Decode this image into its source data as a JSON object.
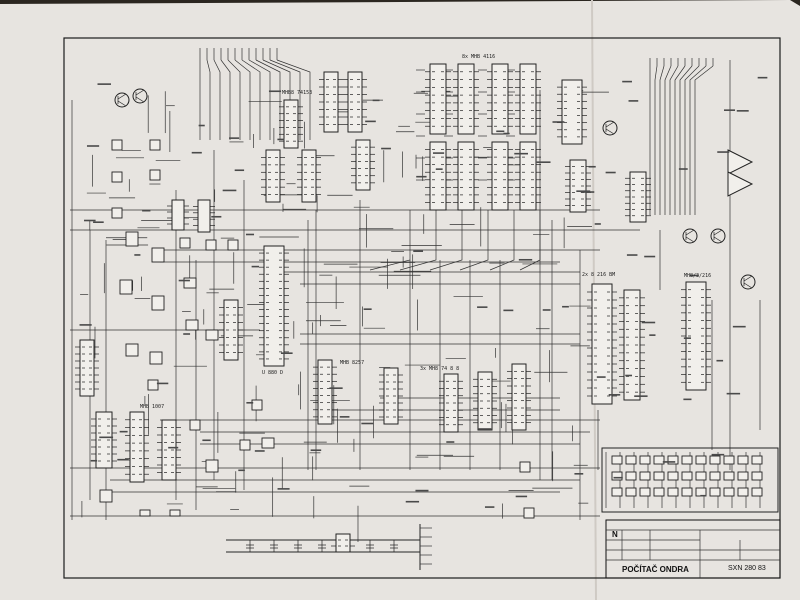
{
  "title_block": {
    "title": "POČÍTAČ ONDRA",
    "drawing_number": "SXN 280 83",
    "revision_mark": "N"
  },
  "labels": {
    "chip_top_center": "8x MHB 4116",
    "chip_upper_left": "MHB8 74153",
    "chip_mid_right": "2x 8 216 BM",
    "chip_right": "MH8/3/216",
    "chip_lower": "3x MH8 74 8 8",
    "cpu_label": "U 880 D",
    "chip_center_lower": "MHB 8257",
    "chip_bottom_right": "MHB 1007"
  }
}
